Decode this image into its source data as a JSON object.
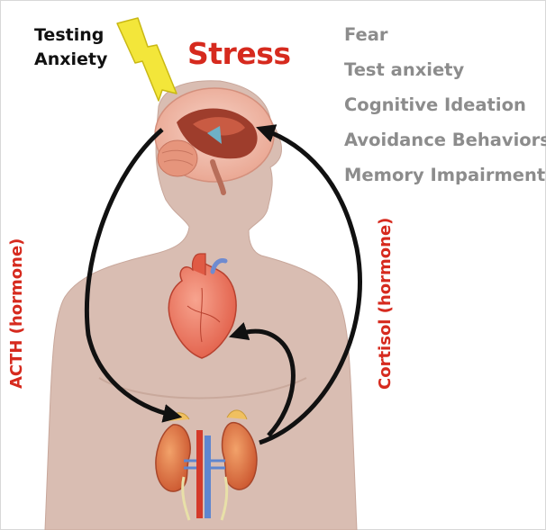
{
  "labels": {
    "testing_line1": "Testing",
    "testing_line2": "Anxiety",
    "stress": "Stress",
    "acth": "ACTH (hormone)",
    "cortisol": "Cortisol  (hormone)"
  },
  "symptoms": [
    "Fear",
    "Test anxiety",
    "Cognitive Ideation",
    "Avoidance Behaviors",
    "Memory Impairment"
  ],
  "colors": {
    "accent_red": "#d62a1e",
    "symptom_gray": "#8c8c8c",
    "body_skin": "#d9bdb2",
    "lightning_yellow": "#f3e63a",
    "arrow_black": "#111111"
  },
  "icons": [
    "lightning-bolt-icon",
    "brain-icon",
    "heart-icon",
    "kidneys-icon"
  ]
}
